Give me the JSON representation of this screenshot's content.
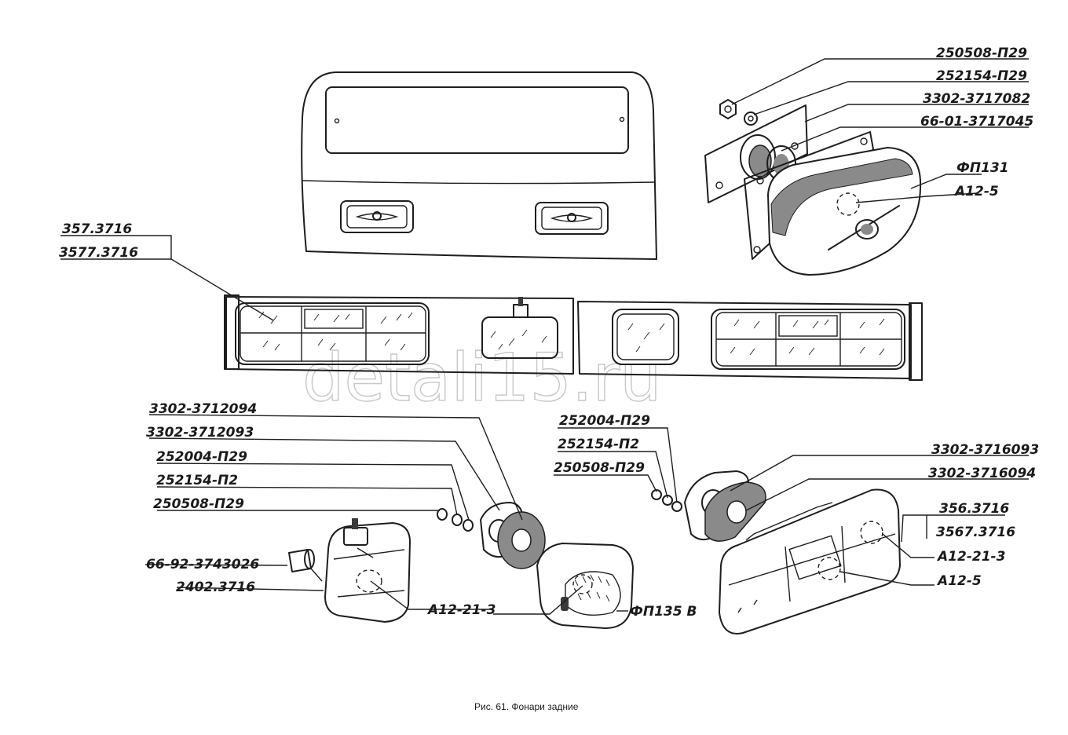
{
  "caption": "Рис. 61. Фонари задние",
  "watermark": "detali15.ru",
  "labels": {
    "p250508_top": "250508-П29",
    "p252154_top": "252154-П29",
    "p3302_3717082": "3302-3717082",
    "p66_01_3717045": "66-01-3717045",
    "fp131": "ФП131",
    "a12_5_top": "А12-5",
    "p357": "357.3716",
    "p3577": "3577.3716",
    "p3302_3712094": "3302-3712094",
    "p3302_3712093": "3302-3712093",
    "p252004_left": "252004-П29",
    "p252154_p2_left": "252154-П2",
    "p250508_left": "250508-П29",
    "p66_92": "66-92-3743026",
    "p2402": "2402.3716",
    "a12_21_3_left": "А12-21-3",
    "fp135v": "ФП135 В",
    "p252004_mid": "252004-П29",
    "p252154_p2_mid": "252154-П2",
    "p250508_mid": "250508-П29",
    "p3302_3716093": "3302-3716093",
    "p3302_3716094": "3302-3716094",
    "p356": "356.3716",
    "p3567": "3567.3716",
    "a12_21_3_right": "А12-21-3",
    "a12_5_right": "А12-5"
  }
}
